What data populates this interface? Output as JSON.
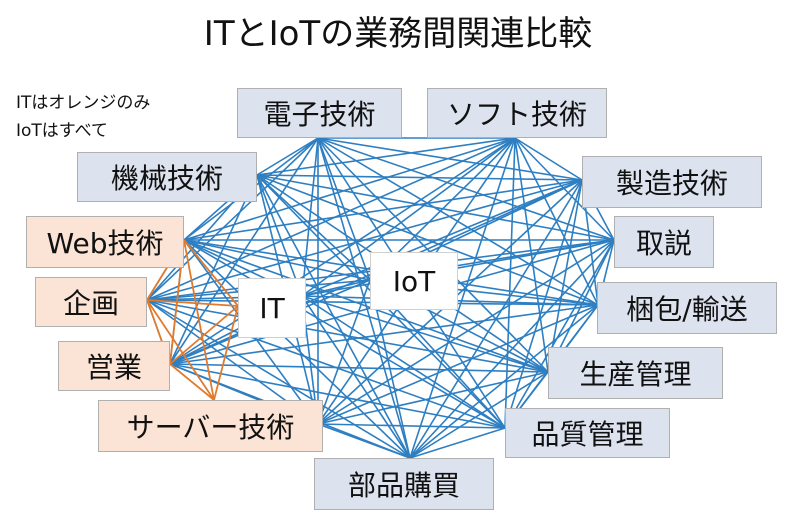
{
  "title": "ITとIoTの業務間関連比較",
  "notes": [
    "ITはオレンジのみ",
    "IoTはすべて"
  ],
  "colors": {
    "iot_edge": "#2e7fc2",
    "it_edge": "#e07b2e",
    "iot_box": "#dce3ef",
    "it_box": "#fbe4d5"
  },
  "hubs": {
    "it": "IT",
    "iot": "IoT"
  },
  "nodes": {
    "denshi": "電子技術",
    "soft": "ソフト技術",
    "kikai": "機械技術",
    "seizo": "製造技術",
    "torisetsu": "取説",
    "konpo": "梱包/輸送",
    "seisan": "生産管理",
    "hinshitsu": "品質管理",
    "buhin": "部品購買",
    "server": "サーバー技術",
    "eigyo": "営業",
    "kikaku": "企画",
    "web": "Web技術"
  }
}
